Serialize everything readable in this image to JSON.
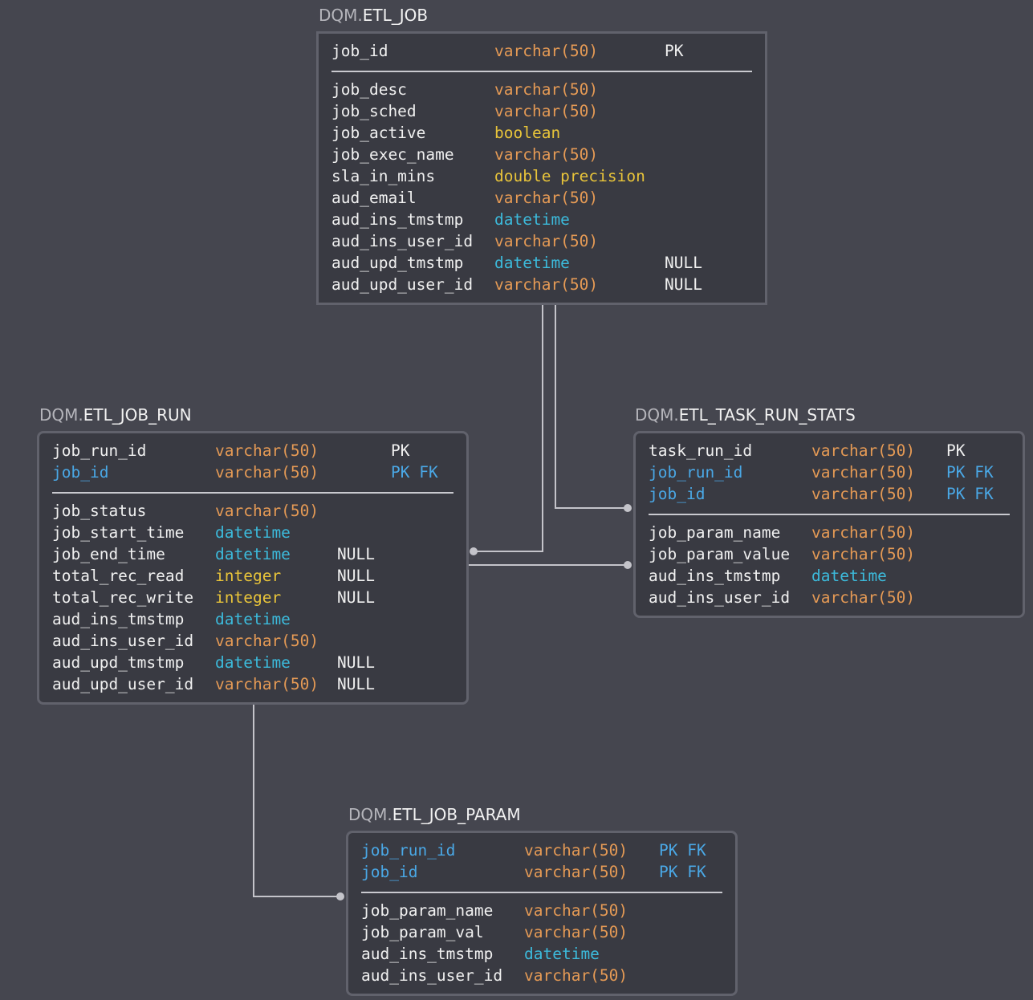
{
  "colors": {
    "background": "#45464f",
    "box": "#393a42",
    "border": "#61626c",
    "name": "#f0f0f0",
    "key_name": "#4aa8e6",
    "varchar": "#e59a55",
    "boolean_double_integer": "#e8c43a",
    "datetime": "#3cbadb"
  },
  "entities": {
    "etl_job": {
      "schema": "DQM",
      "name": "ETL_JOB",
      "keys": [
        {
          "name": "job_id",
          "type": "varchar(50)",
          "flags": "PK"
        }
      ],
      "columns": [
        {
          "name": "job_desc",
          "type": "varchar(50)",
          "flags": ""
        },
        {
          "name": "job_sched",
          "type": "varchar(50)",
          "flags": ""
        },
        {
          "name": "job_active",
          "type": "boolean",
          "flags": ""
        },
        {
          "name": "job_exec_name",
          "type": "varchar(50)",
          "flags": ""
        },
        {
          "name": "sla_in_mins",
          "type": "double precision",
          "flags": ""
        },
        {
          "name": "aud_email",
          "type": "varchar(50)",
          "flags": ""
        },
        {
          "name": "aud_ins_tmstmp",
          "type": "datetime",
          "flags": ""
        },
        {
          "name": "aud_ins_user_id",
          "type": "varchar(50)",
          "flags": ""
        },
        {
          "name": "aud_upd_tmstmp",
          "type": "datetime",
          "flags": "NULL"
        },
        {
          "name": "aud_upd_user_id",
          "type": "varchar(50)",
          "flags": "NULL"
        }
      ]
    },
    "etl_job_run": {
      "schema": "DQM",
      "name": "ETL_JOB_RUN",
      "keys": [
        {
          "name": "job_run_id",
          "type": "varchar(50)",
          "flags": "PK"
        },
        {
          "name": "job_id",
          "type": "varchar(50)",
          "flags": "PK FK"
        }
      ],
      "columns": [
        {
          "name": "job_status",
          "type": "varchar(50)",
          "flags": ""
        },
        {
          "name": "job_start_time",
          "type": "datetime",
          "flags": ""
        },
        {
          "name": "job_end_time",
          "type": "datetime",
          "flags": "NULL"
        },
        {
          "name": "total_rec_read",
          "type": "integer",
          "flags": "NULL"
        },
        {
          "name": "total_rec_write",
          "type": "integer",
          "flags": "NULL"
        },
        {
          "name": "aud_ins_tmstmp",
          "type": "datetime",
          "flags": ""
        },
        {
          "name": "aud_ins_user_id",
          "type": "varchar(50)",
          "flags": ""
        },
        {
          "name": "aud_upd_tmstmp",
          "type": "datetime",
          "flags": "NULL"
        },
        {
          "name": "aud_upd_user_id",
          "type": "varchar(50)",
          "flags": "NULL"
        }
      ]
    },
    "etl_task_run_stats": {
      "schema": "DQM",
      "name": "ETL_TASK_RUN_STATS",
      "keys": [
        {
          "name": "task_run_id",
          "type": "varchar(50)",
          "flags": "PK"
        },
        {
          "name": "job_run_id",
          "type": "varchar(50)",
          "flags": "PK FK"
        },
        {
          "name": "job_id",
          "type": "varchar(50)",
          "flags": "PK FK"
        }
      ],
      "columns": [
        {
          "name": "job_param_name",
          "type": "varchar(50)",
          "flags": ""
        },
        {
          "name": "job_param_value",
          "type": "varchar(50)",
          "flags": ""
        },
        {
          "name": "aud_ins_tmstmp",
          "type": "datetime",
          "flags": ""
        },
        {
          "name": "aud_ins_user_id",
          "type": "varchar(50)",
          "flags": ""
        }
      ]
    },
    "etl_job_param": {
      "schema": "DQM",
      "name": "ETL_JOB_PARAM",
      "keys": [
        {
          "name": "job_run_id",
          "type": "varchar(50)",
          "flags": "PK FK"
        },
        {
          "name": "job_id",
          "type": "varchar(50)",
          "flags": "PK FK"
        }
      ],
      "columns": [
        {
          "name": "job_param_name",
          "type": "varchar(50)",
          "flags": ""
        },
        {
          "name": "job_param_val",
          "type": "varchar(50)",
          "flags": ""
        },
        {
          "name": "aud_ins_tmstmp",
          "type": "datetime",
          "flags": ""
        },
        {
          "name": "aud_ins_user_id",
          "type": "varchar(50)",
          "flags": ""
        }
      ]
    }
  }
}
